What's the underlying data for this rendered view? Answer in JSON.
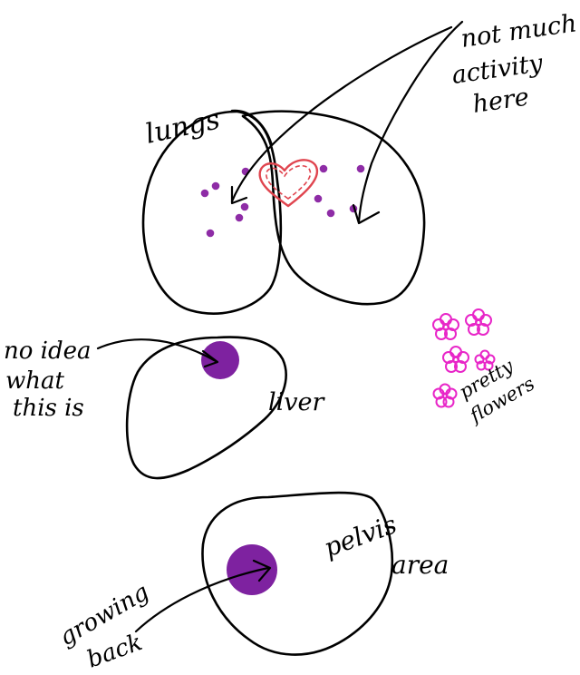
{
  "labels": {
    "lungs": "lungs",
    "not_much_1": "not much",
    "not_much_2": "activity",
    "not_much_3": "here",
    "no_idea_1": "no idea",
    "no_idea_2": "what",
    "no_idea_3": "this is",
    "liver": "liver",
    "pretty_1": "pretty",
    "pretty_2": "flowers",
    "pelvis_1": "pelvis",
    "pelvis_2": "area",
    "growing_1": "growing",
    "growing_2": "back"
  },
  "colors": {
    "ink": "#000000",
    "dots": "#8e2ca6",
    "blob": "#7e22a0",
    "heart": "#e0454f",
    "flowers": "#e826c8"
  },
  "icons": [
    "heart-icon",
    "flower-icon"
  ]
}
